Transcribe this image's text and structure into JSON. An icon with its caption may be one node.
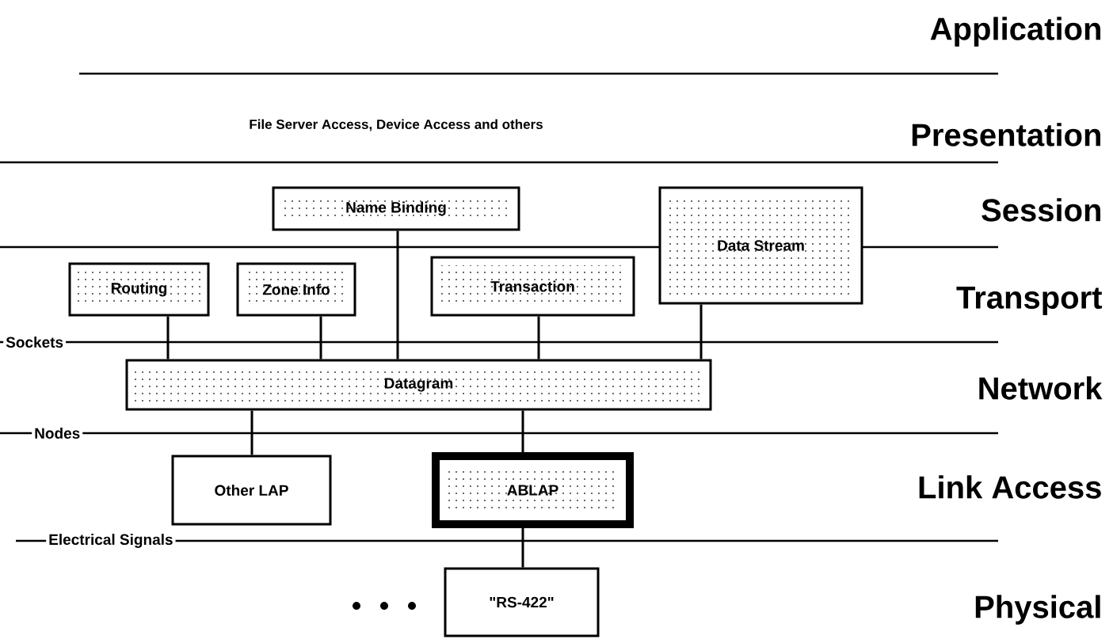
{
  "diagram": {
    "nodes": [
      {
        "text": [
          "Name Binding"
        ]
      },
      {
        "text": [
          "Data Stream"
        ]
      },
      {
        "text": [
          "Routing"
        ]
      },
      {
        "text": [
          "Zone Info"
        ]
      },
      {
        "text": [
          "Transaction"
        ]
      },
      {
        "text": [
          "Datagram"
        ]
      },
      {
        "text": [
          "Other LAP"
        ]
      },
      {
        "text": [
          "ABLAP"
        ]
      },
      {
        "text": [
          "\"RS-422\""
        ]
      }
    ],
    "edges": [
      {
        "from": 2,
        "to": 5,
        "arrow": "none"
      },
      {
        "from": 3,
        "to": 5,
        "arrow": "none"
      },
      {
        "from": 0,
        "to": 5,
        "arrow": "none"
      },
      {
        "from": 4,
        "to": 5,
        "arrow": "none"
      },
      {
        "from": 1,
        "to": 5,
        "arrow": "none"
      },
      {
        "from": 5,
        "to": 6,
        "arrow": "none"
      },
      {
        "from": 5,
        "to": 7,
        "arrow": "none"
      },
      {
        "from": 7,
        "to": 8,
        "arrow": "none"
      }
    ],
    "labels": [
      "Application",
      "File Server Access, Device Access and others",
      "Presentation",
      "Session",
      "Transport",
      "Sockets",
      "Network",
      "Nodes",
      "Link Access",
      "Electrical Signals",
      "Physical"
    ]
  }
}
